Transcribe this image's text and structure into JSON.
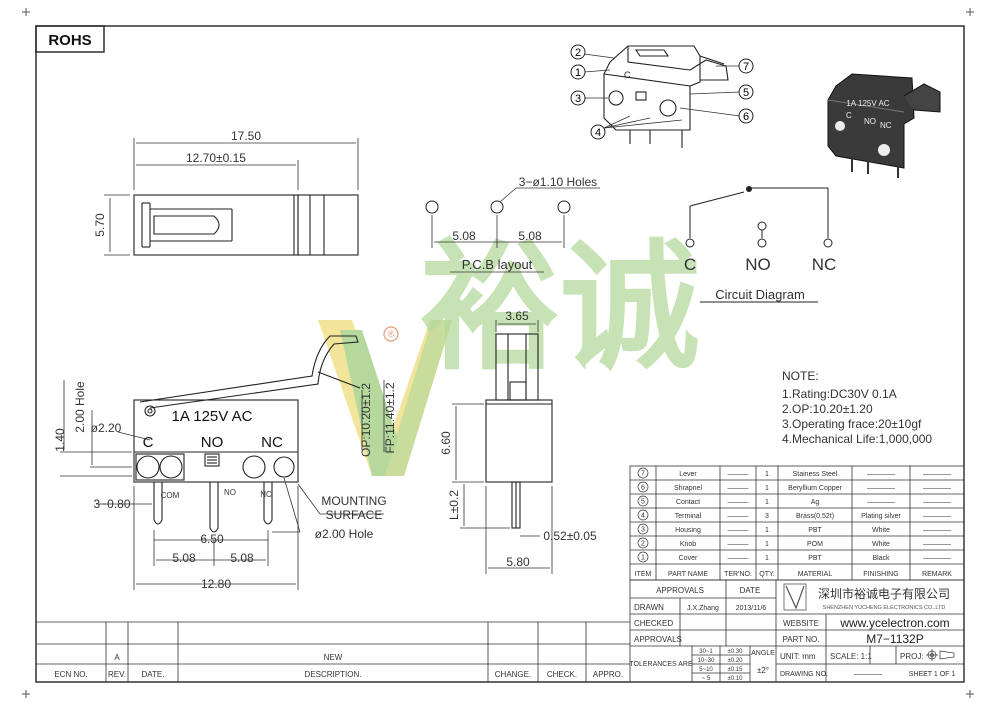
{
  "rohs": "ROHS",
  "dims": {
    "w1750": "17.50",
    "w1270": "12.70±0.15",
    "h570": "5.70",
    "w365": "3.65",
    "h140": "1.40",
    "hole200": "2.00 Hole",
    "d220": "ø2.20",
    "op": "OP:10.20±1.2",
    "fp": "FP:11.40±1.2",
    "h660": "6.60",
    "l02": "L±0.2",
    "t052": "0.52±0.05",
    "w580": "5.80",
    "t380": "3−0.80",
    "w650": "6.50",
    "w508a": "5.08",
    "w508b": "5.08",
    "w1280": "12.80",
    "d200hole": "ø2.00  Hole",
    "mount1": "MOUNTING",
    "mount2": "SURFACE"
  },
  "switch_labels": {
    "rating": "1A 125V AC",
    "c": "C",
    "no": "NO",
    "nc": "NC",
    "com": "COM",
    "no_small": "NO",
    "nc_small": "NC"
  },
  "pcb": {
    "holes": "3−ø1.10  Holes",
    "p1": "5.08",
    "p2": "5.08",
    "title": "P.C.B layout"
  },
  "circuit": {
    "c": "C",
    "no": "NO",
    "nc": "NC",
    "title": "Circuit Diagram"
  },
  "callouts": [
    "2",
    "1",
    "3",
    "4",
    "7",
    "5",
    "6"
  ],
  "notes": {
    "title": "NOTE:",
    "items": [
      "1.Rating:DC30V  0.1A",
      "2.OP:10.20±1.20",
      "3.Operating frace:20±10gf",
      "4.Mechanical Life:1,000,000"
    ]
  },
  "brand": {
    "cn": "裕诚",
    "reg": "®",
    "company_cn": "深圳市裕诚电子有限公司",
    "company_en": "SHENZHEN YUCHENG ELECTRONICS CO.,LTD",
    "website_label": "WEBSITE",
    "website": "www.ycelectron.com"
  },
  "bom": {
    "rows": [
      {
        "item": "7",
        "name": "Lever",
        "ter": "———",
        "qty": "1",
        "material": "Stainess Steel",
        "finishing": "————",
        "remark": "————"
      },
      {
        "item": "6",
        "name": "Shrapnel",
        "ter": "———",
        "qty": "1",
        "material": "Beryllium Copper",
        "finishing": "————",
        "remark": "————"
      },
      {
        "item": "5",
        "name": "Contact",
        "ter": "———",
        "qty": "1",
        "material": "Ag",
        "finishing": "————",
        "remark": "————"
      },
      {
        "item": "4",
        "name": "Terminal",
        "ter": "———",
        "qty": "3",
        "material": "Brass(0.52t)",
        "finishing": "Plating silver",
        "remark": "————"
      },
      {
        "item": "3",
        "name": "Housing",
        "ter": "———",
        "qty": "1",
        "material": "PBT",
        "finishing": "White",
        "remark": "————"
      },
      {
        "item": "2",
        "name": "Knob",
        "ter": "———",
        "qty": "1",
        "material": "POM",
        "finishing": "White",
        "remark": "————"
      },
      {
        "item": "1",
        "name": "Cover",
        "ter": "———",
        "qty": "1",
        "material": "PBT",
        "finishing": "Black",
        "remark": "————"
      }
    ],
    "headers": {
      "item": "ITEM",
      "name": "PART NAME",
      "ter": "TER'NO.",
      "qty": "QTY.",
      "material": "MATERIAL",
      "finishing": "FINISHING",
      "remark": "REMARK"
    }
  },
  "title_block": {
    "approvals_hdr": "APPROVALS",
    "date_hdr": "DATE",
    "drawn": "DRAWN",
    "drawn_by": "J.X.Zhang",
    "drawn_date": "2013/11/6",
    "checked": "CHECKED",
    "approvals": "APPROVALS",
    "tolerances": "TOLERANCES ARE",
    "tol_ranges": [
      "30~1",
      "10~30",
      "5~10",
      "~ 5"
    ],
    "tol_values": [
      "±0.30",
      "±0.20",
      "±0.15",
      "±0.10"
    ],
    "angle_label": "ANGLE",
    "angle_value": "±2°",
    "part_no_label": "PART NO.",
    "part_no": "M7−1132P",
    "unit": "UNIT:  mm",
    "scale": "SCALE:  1:1",
    "proj": "PROJ:",
    "drawing_no": "DRAWING NO.",
    "drawing_no_val": "————",
    "sheet": "SHEET   1  OF  1"
  },
  "revision": {
    "rev_a": "A",
    "new": "NEW",
    "ecn": "ECN NO.",
    "rev": "REV.",
    "date": "DATE.",
    "desc": "DESCRIPTION.",
    "change": "CHANGE.",
    "check": "CHECK.",
    "appro": "APPRO."
  },
  "colors": {
    "line": "#2a2a2a",
    "watermark_green": "#a9d38c",
    "watermark_yellow": "#f2e08a",
    "reg_orange": "#e08a5a"
  }
}
